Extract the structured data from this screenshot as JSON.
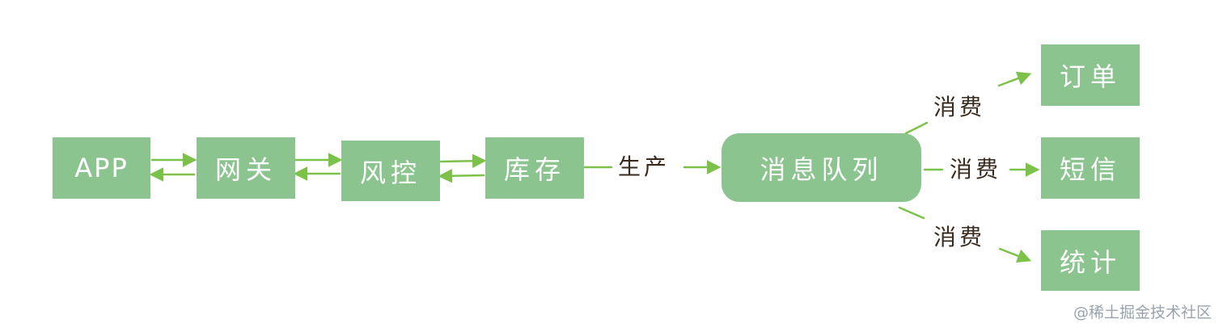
{
  "nodes": {
    "app": "APP",
    "gateway": "网关",
    "risk": "风控",
    "inventory": "库存",
    "queue": "消息队列",
    "order": "订单",
    "sms": "短信",
    "stats": "统计"
  },
  "edges": {
    "produce": "生产",
    "consume_order": "消费",
    "consume_sms": "消费",
    "consume_stats": "消费"
  },
  "colors": {
    "node_fill": "#8bc48e",
    "arrow": "#7cc24a",
    "label_text": "#3a2a1e"
  },
  "watermark": "@稀土掘金技术社区"
}
